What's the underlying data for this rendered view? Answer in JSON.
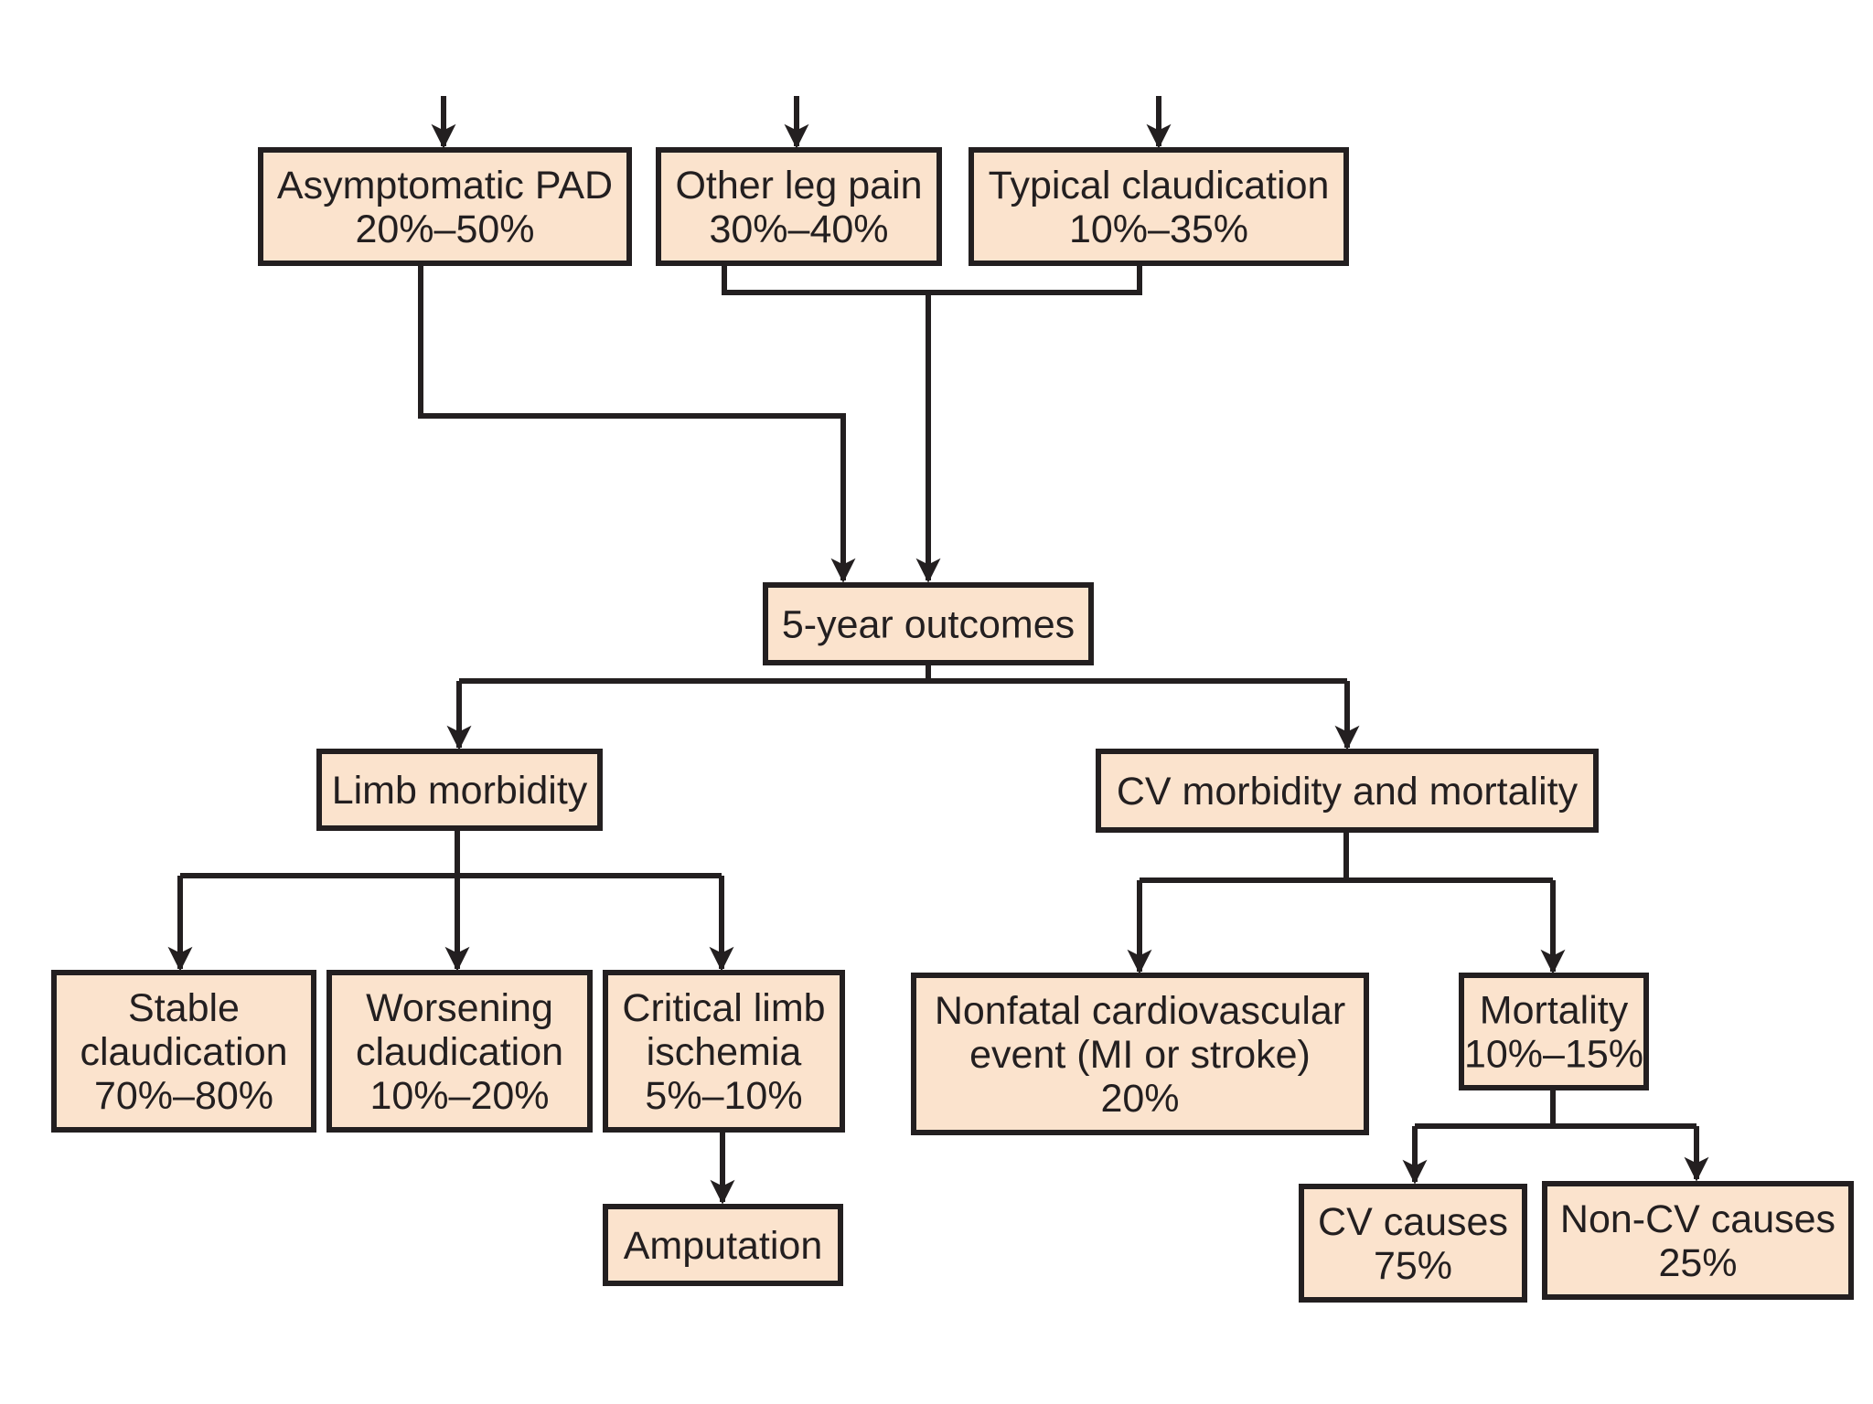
{
  "colors": {
    "box_fill": "#fbe3cd",
    "line": "#231f20"
  },
  "nodes": {
    "asymptomatic_pad": [
      "Asymptomatic PAD",
      "20%–50%"
    ],
    "other_leg_pain": [
      "Other leg pain",
      "30%–40%"
    ],
    "typical_claudication": [
      "Typical claudication",
      "10%–35%"
    ],
    "five_year_outcomes": [
      "5-year outcomes"
    ],
    "limb_morbidity": [
      "Limb morbidity"
    ],
    "cv_morbidity_mortality": [
      "CV morbidity and mortality"
    ],
    "stable_claudication": [
      "Stable",
      "claudication",
      "70%–80%"
    ],
    "worsening_claudication": [
      "Worsening",
      "claudication",
      "10%–20%"
    ],
    "critical_limb_ischemia": [
      "Critical limb",
      "ischemia",
      "5%–10%"
    ],
    "amputation": [
      "Amputation"
    ],
    "nonfatal_cv_event": [
      "Nonfatal cardiovascular",
      "event (MI or stroke)",
      "20%"
    ],
    "mortality": [
      "Mortality",
      "10%–15%"
    ],
    "cv_causes": [
      "CV causes",
      "75%"
    ],
    "non_cv_causes": [
      "Non-CV causes",
      "25%"
    ]
  }
}
